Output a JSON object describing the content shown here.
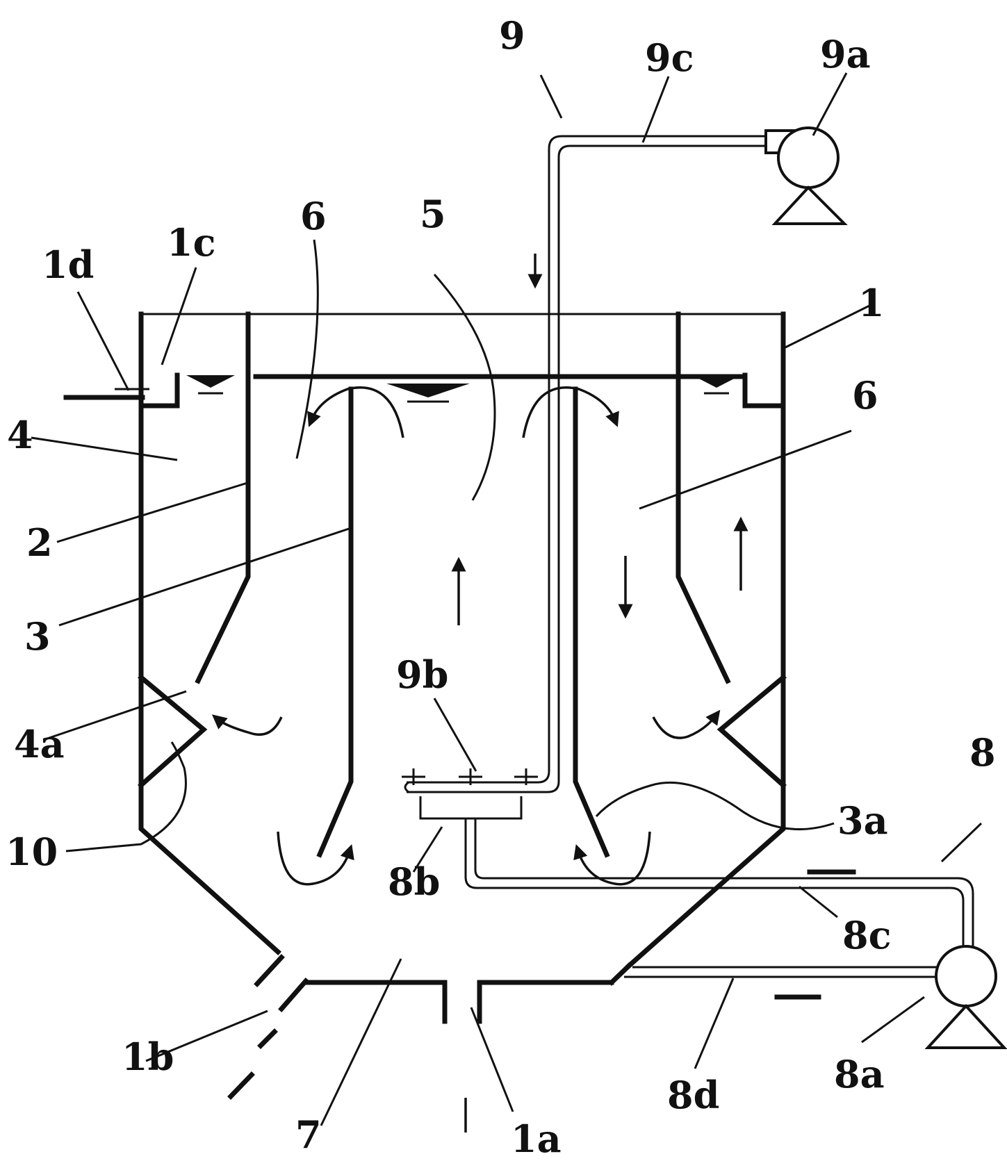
{
  "labels": {
    "l9": "9",
    "l9c": "9c",
    "l9a": "9a",
    "l1d": "1d",
    "l1c": "1c",
    "l6a": "6",
    "l5": "5",
    "l1": "1",
    "l6b": "6",
    "l4": "4",
    "l2": "2",
    "l3": "3",
    "l9b": "9b",
    "l4a": "4a",
    "l8": "8",
    "l3a": "3a",
    "l10": "10",
    "l8b": "8b",
    "l8c": "8c",
    "l1b": "1b",
    "l7": "7",
    "l1a": "1a",
    "l8d": "8d",
    "l8a": "8a"
  },
  "colors": {
    "ink": "#111111",
    "background": "#ffffff"
  }
}
